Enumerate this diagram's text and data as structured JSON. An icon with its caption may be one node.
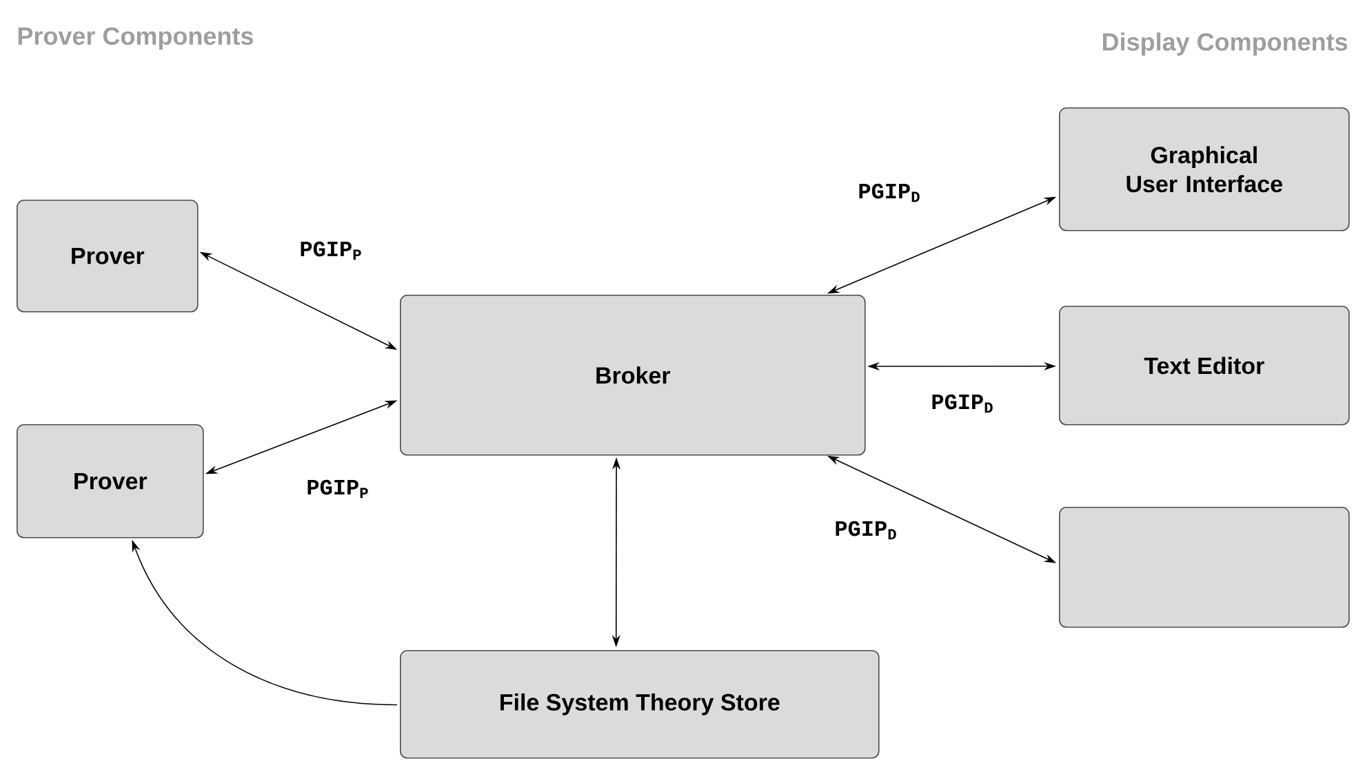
{
  "diagram": {
    "nodes": [
      {
        "text": [
          "Prover"
        ]
      },
      {
        "text": [
          "Prover"
        ]
      },
      {
        "text": [
          "Broker"
        ]
      },
      {
        "text": [
          "Graphical User Interface"
        ]
      },
      {
        "text": [
          "Text Editor"
        ]
      },
      {
        "text": [],
        "shape": "box"
      },
      {
        "text": [
          "File System Theory Store"
        ]
      }
    ],
    "edges": [
      {
        "from": 2,
        "to": 0,
        "arrow": "both",
        "label": "PGIP$_{P}$"
      },
      {
        "from": 2,
        "to": 1,
        "arrow": "both",
        "label": "PGIP$_{P}$"
      },
      {
        "from": 2,
        "to": 3,
        "arrow": "both",
        "label": "PGIP$_{D}$"
      },
      {
        "from": 2,
        "to": 4,
        "arrow": "both",
        "label": "PGIP$_{D}$"
      },
      {
        "from": 2,
        "to": 5,
        "arrow": "both",
        "label": "PGIP$_{D}$"
      },
      {
        "from": 2,
        "to": 6,
        "arrow": "both"
      },
      {
        "from": 6,
        "to": 1,
        "arrow": "to"
      }
    ],
    "labels": [
      "Prover Components",
      "Display Components"
    ]
  }
}
